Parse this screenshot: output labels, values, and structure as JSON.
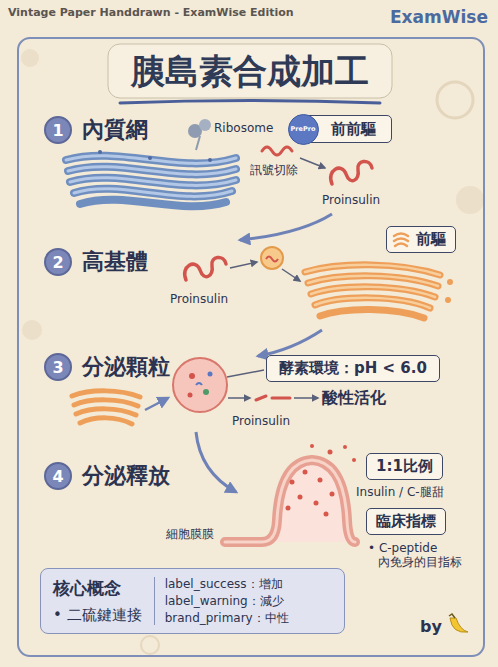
{
  "diagram": {
    "title": "胰島素合成加工",
    "nodes": [
      {
        "text": [
          "1"
        ]
      },
      {
        "text": [
          "前前驅"
        ]
      },
      {
        "text": [
          "PrePro"
        ],
        "in": 1
      },
      {
        "text": [
          "2"
        ]
      },
      {
        "text": [
          "前驅"
        ]
      },
      {
        "text": [
          "3"
        ]
      },
      {
        "text": [
          "酵素環境：pH < 6.0"
        ]
      },
      {
        "text": [
          "4"
        ]
      },
      {
        "text": [
          "1:1比例"
        ]
      },
      {
        "text": [
          "臨床指標"
        ]
      },
      {
        "text": [
          "核心概念",
          "• 二硫鍵連接",
          "label_success：增加",
          "label_warning：減少",
          "brand_primary：中性"
        ]
      }
    ],
    "labels": [
      "Vintage Paper Handdrawn - ExamWise Edition",
      "ExamWise",
      "內質網",
      "Ribosome",
      "訊號切除",
      "Proinsulin",
      "高基體",
      "Proinsulin",
      "分泌顆粒",
      "酸性活化",
      "Proinsulin",
      "分泌釋放",
      "Insulin / C-腿甜",
      "• C-peptide 內免身的目指标",
      "細胞膜膜",
      "by"
    ]
  }
}
